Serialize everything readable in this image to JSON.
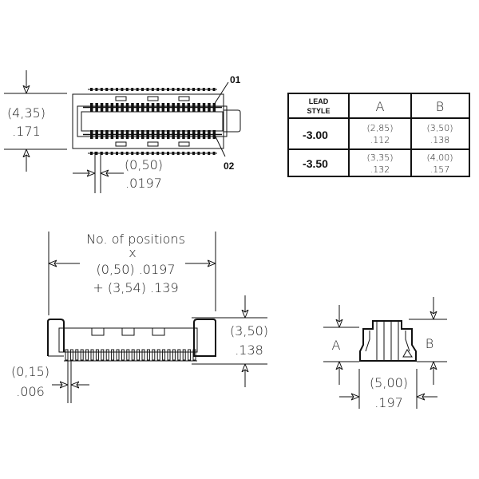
{
  "top_view": {
    "height_mm": "(4,35)",
    "height_in": ".171",
    "pitch_mm": "(0,50)",
    "pitch_in": ".0197",
    "pin_label_1": "01",
    "pin_label_2": "02"
  },
  "lead_table": {
    "header": [
      "LEAD",
      "STYLE",
      "A",
      "B"
    ],
    "rows": [
      {
        "style": "-3.00",
        "a_mm": "(2,85)",
        "a_in": ".112",
        "b_mm": "(3,50)",
        "b_in": ".138"
      },
      {
        "style": "-3.50",
        "a_mm": "(3,35)",
        "a_in": ".132",
        "b_mm": "(4,00)",
        "b_in": ".157"
      }
    ]
  },
  "front_view": {
    "length_line1": "No. of positions",
    "length_line2": "x",
    "length_line3": "(0,50) .0197",
    "length_line4": "+ (3,54) .139",
    "height_mm": "(3,50)",
    "height_in": ".138",
    "lead_mm": "(0,15)",
    "lead_in": ".006"
  },
  "side_view": {
    "label_a": "A",
    "label_b": "B",
    "width_mm": "(5,00)",
    "width_in": ".197"
  }
}
